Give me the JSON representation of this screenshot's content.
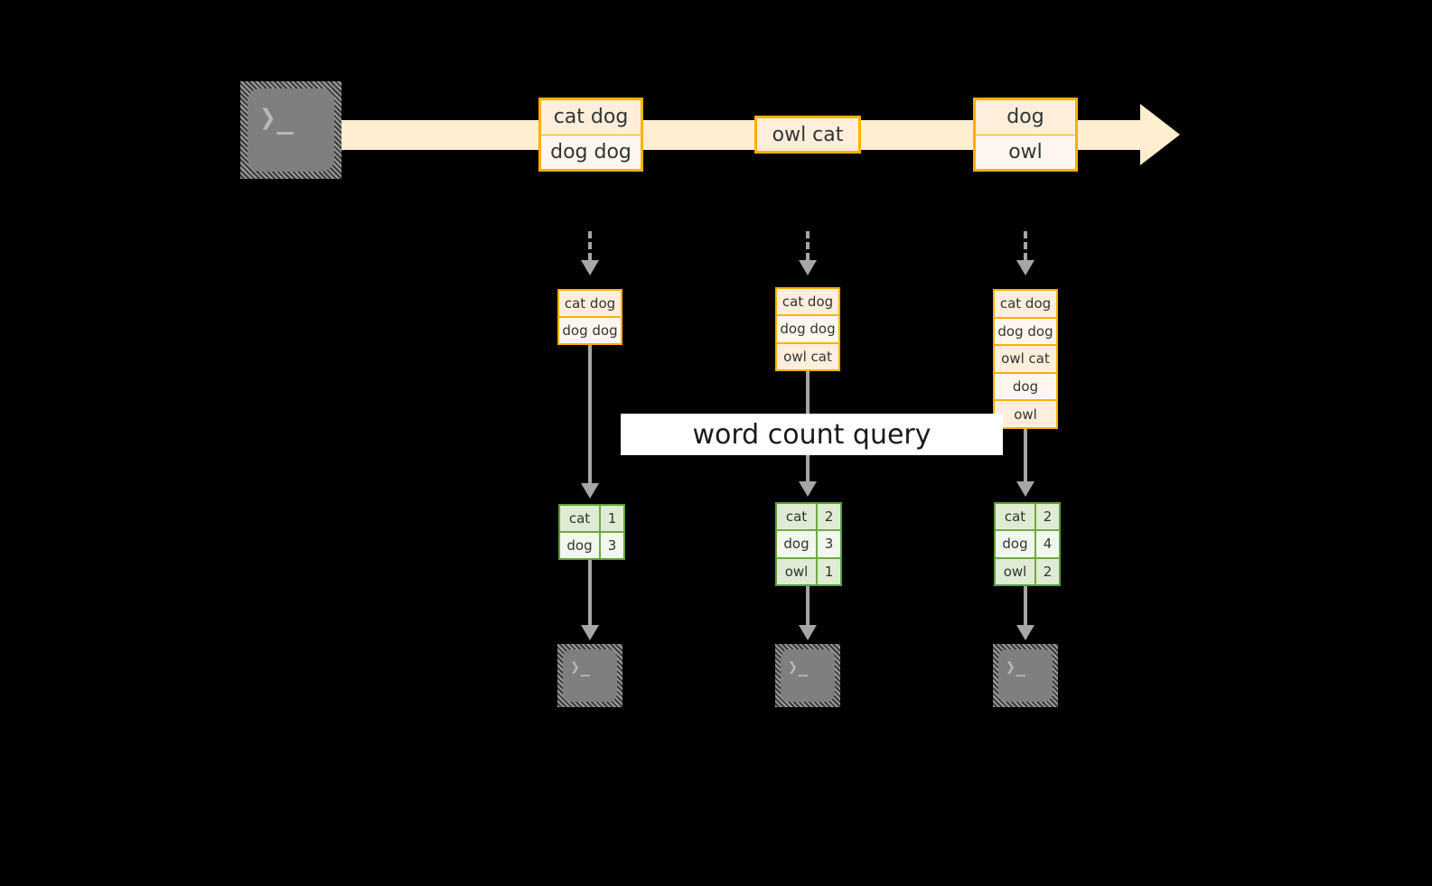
{
  "diagram": {
    "title_banner": "word count query",
    "colors": {
      "stream": "#ffeed0",
      "record_border": "#ffb000",
      "record_fill": "#ffeedc",
      "record_fill_alt": "#fff7ef",
      "result_border": "#5fa237",
      "result_fill": "#dfebd2",
      "result_fill_alt": "#f2f7ed",
      "connector": "#a6a6a6",
      "icon_body": "#7f7f7f",
      "background": "#000000"
    },
    "icons": {
      "producer": "terminal-icon",
      "consumer": "terminal-icon",
      "glyph": "❯_"
    },
    "stream": {
      "records": [
        {
          "name": "record-group-1",
          "lines": [
            "cat dog",
            "dog dog"
          ]
        },
        {
          "name": "record-group-2",
          "lines": [
            "owl cat"
          ]
        },
        {
          "name": "record-group-3",
          "lines": [
            "dog",
            "owl"
          ]
        }
      ]
    },
    "snapshots": [
      {
        "name": "snapshot-1",
        "lines": [
          "cat dog",
          "dog dog"
        ],
        "result": {
          "rows": [
            {
              "word": "cat",
              "count": "1"
            },
            {
              "word": "dog",
              "count": "3"
            }
          ]
        }
      },
      {
        "name": "snapshot-2",
        "lines": [
          "cat dog",
          "dog dog",
          "owl cat"
        ],
        "result": {
          "rows": [
            {
              "word": "cat",
              "count": "2"
            },
            {
              "word": "dog",
              "count": "3"
            },
            {
              "word": "owl",
              "count": "1"
            }
          ]
        }
      },
      {
        "name": "snapshot-3",
        "lines": [
          "cat dog",
          "dog dog",
          "owl cat",
          "dog",
          "owl"
        ],
        "result": {
          "rows": [
            {
              "word": "cat",
              "count": "2"
            },
            {
              "word": "dog",
              "count": "4"
            },
            {
              "word": "owl",
              "count": "2"
            }
          ]
        }
      }
    ]
  }
}
